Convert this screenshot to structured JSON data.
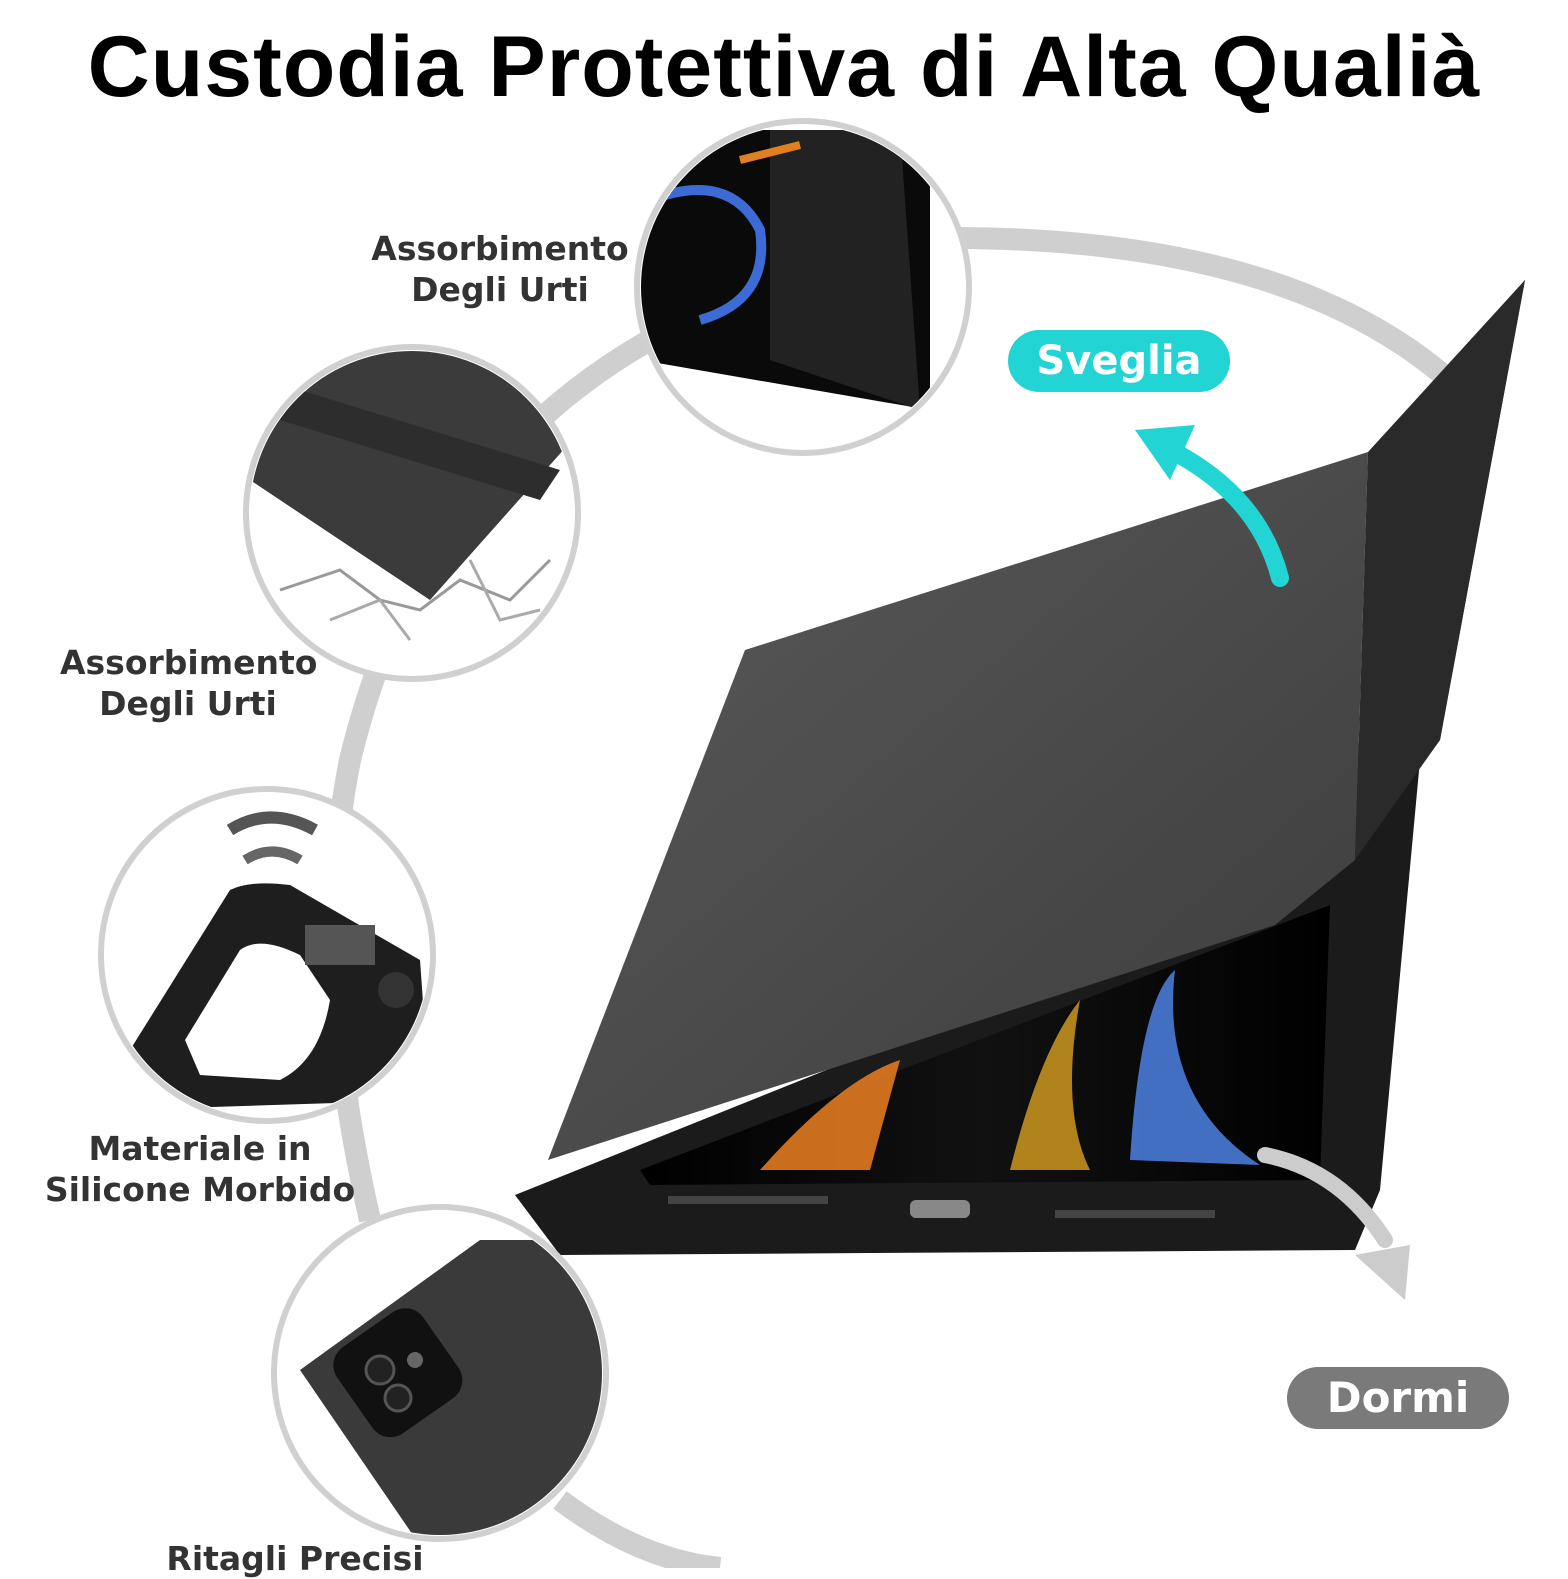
{
  "title": "Custodia Protettiva di Alta Qualià",
  "features": [
    {
      "line1": "Assorbimento",
      "line2": "Degli Urti"
    },
    {
      "line1": "Assorbimento",
      "line2": "Degli Urti"
    },
    {
      "line1": "Materiale in",
      "line2": "Silicone Morbido"
    },
    {
      "line1": "Ritagli Precisi",
      "line2": ""
    }
  ],
  "modes": {
    "wake_label": "Sveglia",
    "sleep_label": "Dormi"
  },
  "colors": {
    "wake_pill": "#22d4d4",
    "sleep_pill": "#7a7a7a",
    "connector_arc": "#cfcfcf",
    "case_cover": "#4e4e4e",
    "case_body": "#1a1a1a"
  },
  "icons": [
    "shock-absorb-icon",
    "crack-impact-icon",
    "soft-silicone-icon",
    "camera-cutout-icon",
    "wake-arrow-icon",
    "sleep-arrow-icon"
  ]
}
